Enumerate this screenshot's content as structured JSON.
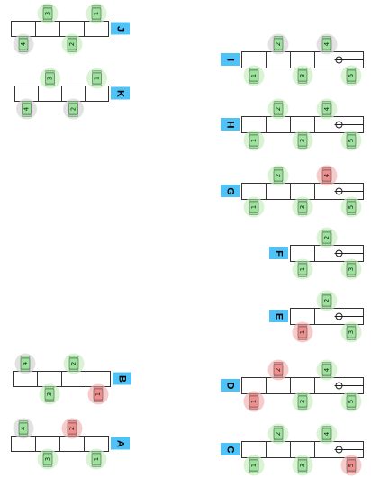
{
  "colors": {
    "label_fill": "#4fc3f7",
    "free_halo": "#c8f0c0",
    "free_seat": "#9be39b",
    "taken_halo": "#f5b5b5",
    "taken_seat": "#f08e8e",
    "neutral_halo": "#d6d6d6",
    "cell_border": "#333333"
  },
  "tables": [
    {
      "id": "J",
      "label_side": "right",
      "cells": 4,
      "door": false,
      "top_seats": [
        {
          "n": "3",
          "status": "free"
        },
        {
          "n": "1",
          "status": "free"
        }
      ],
      "bottom_seats": [
        {
          "n": "4",
          "status": "neutral"
        },
        {
          "n": "2",
          "status": "free"
        }
      ]
    },
    {
      "id": "K",
      "label_side": "right",
      "cells": 4,
      "door": false,
      "top_seats": [
        {
          "n": "3",
          "status": "free"
        },
        {
          "n": "1",
          "status": "free"
        }
      ],
      "bottom_seats": [
        {
          "n": "4",
          "status": "neutral"
        },
        {
          "n": "2",
          "status": "neutral"
        }
      ]
    },
    {
      "id": "I",
      "label_side": "left",
      "cells": 5,
      "door": true,
      "top_seats": [
        {
          "n": "2",
          "status": "neutral"
        },
        {
          "n": "4",
          "status": "neutral"
        }
      ],
      "bottom_seats": [
        {
          "n": "1",
          "status": "free"
        },
        {
          "n": "3",
          "status": "free"
        },
        {
          "n": "5",
          "status": "free"
        }
      ]
    },
    {
      "id": "H",
      "label_side": "left",
      "cells": 5,
      "door": true,
      "top_seats": [
        {
          "n": "2",
          "status": "free"
        },
        {
          "n": "4",
          "status": "free"
        }
      ],
      "bottom_seats": [
        {
          "n": "1",
          "status": "free"
        },
        {
          "n": "3",
          "status": "free"
        },
        {
          "n": "5",
          "status": "free"
        }
      ]
    },
    {
      "id": "G",
      "label_side": "left",
      "cells": 5,
      "door": true,
      "top_seats": [
        {
          "n": "2",
          "status": "free"
        },
        {
          "n": "4",
          "status": "taken"
        }
      ],
      "bottom_seats": [
        {
          "n": "1",
          "status": "free"
        },
        {
          "n": "3",
          "status": "free"
        },
        {
          "n": "5",
          "status": "free"
        }
      ]
    },
    {
      "id": "F",
      "label_side": "left",
      "cells": 3,
      "door": true,
      "top_seats": [
        {
          "n": "2",
          "status": "free"
        }
      ],
      "bottom_seats": [
        {
          "n": "1",
          "status": "free"
        },
        {
          "n": "3",
          "status": "free"
        }
      ]
    },
    {
      "id": "E",
      "label_side": "left",
      "cells": 3,
      "door": true,
      "top_seats": [
        {
          "n": "2",
          "status": "free"
        }
      ],
      "bottom_seats": [
        {
          "n": "1",
          "status": "taken"
        },
        {
          "n": "3",
          "status": "free"
        }
      ]
    },
    {
      "id": "B",
      "label_side": "right",
      "cells": 4,
      "door": false,
      "top_seats": [
        {
          "n": "4",
          "status": "neutral"
        },
        {
          "n": "2",
          "status": "free"
        }
      ],
      "bottom_seats": [
        {
          "n": "3",
          "status": "free"
        },
        {
          "n": "1",
          "status": "taken"
        }
      ]
    },
    {
      "id": "D",
      "label_side": "left",
      "cells": 5,
      "door": true,
      "top_seats": [
        {
          "n": "2",
          "status": "taken"
        },
        {
          "n": "4",
          "status": "free"
        }
      ],
      "bottom_seats": [
        {
          "n": "1",
          "status": "taken"
        },
        {
          "n": "3",
          "status": "free"
        },
        {
          "n": "5",
          "status": "free"
        }
      ]
    },
    {
      "id": "A",
      "label_side": "right",
      "cells": 4,
      "door": false,
      "top_seats": [
        {
          "n": "4",
          "status": "neutral"
        },
        {
          "n": "2",
          "status": "taken"
        }
      ],
      "bottom_seats": [
        {
          "n": "3",
          "status": "free"
        },
        {
          "n": "1",
          "status": "free"
        }
      ]
    },
    {
      "id": "C",
      "label_side": "left",
      "cells": 5,
      "door": true,
      "top_seats": [
        {
          "n": "2",
          "status": "free"
        },
        {
          "n": "4",
          "status": "free"
        }
      ],
      "bottom_seats": [
        {
          "n": "1",
          "status": "free"
        },
        {
          "n": "3",
          "status": "free"
        },
        {
          "n": "5",
          "status": "taken"
        }
      ]
    }
  ]
}
